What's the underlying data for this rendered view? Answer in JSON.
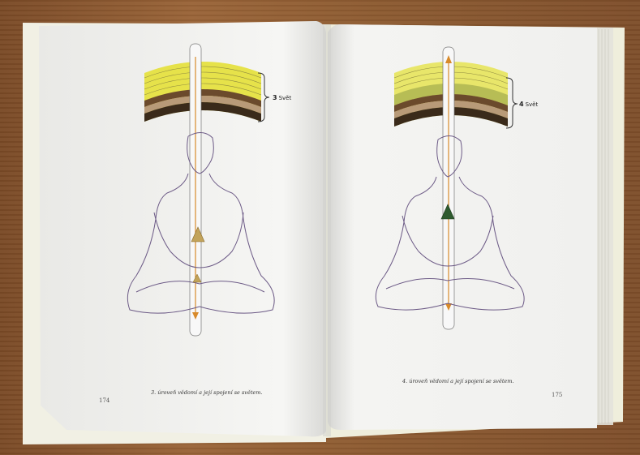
{
  "left_page": {
    "level_number": "3",
    "level_word": "Svět",
    "caption": "3. úroveň vědomí a její spojení se světem.",
    "page_number": "174"
  },
  "right_page": {
    "level_number": "4",
    "level_word": "Svět",
    "caption": "4. úroveň vědomí a její spojení se světem.",
    "page_number": "175"
  },
  "colors": {
    "table": "#8a5a32",
    "paper": "#f7f7f7",
    "band_yellow": "#e6e24a",
    "band_pale": "#f1efb0",
    "band_olive": "#b7bd55",
    "band_brown": "#6b4a2c",
    "band_tan": "#b89a78",
    "arrow": "#d88a2a",
    "pyramid_gold": "#c2a35a",
    "pyramid_green": "#2e5a2e"
  }
}
